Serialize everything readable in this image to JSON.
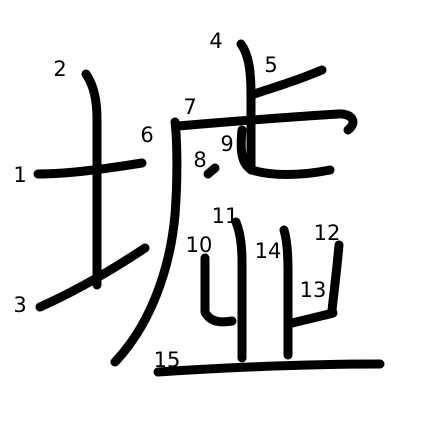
{
  "diagram": {
    "type": "kanji stroke order",
    "character": "墟",
    "stroke_count": 15,
    "ink_color": "#000000",
    "background_color": "#ffffff",
    "stroke_numbers": [
      "1",
      "2",
      "3",
      "4",
      "5",
      "6",
      "7",
      "8",
      "9",
      "10",
      "11",
      "12",
      "13",
      "14",
      "15"
    ]
  }
}
